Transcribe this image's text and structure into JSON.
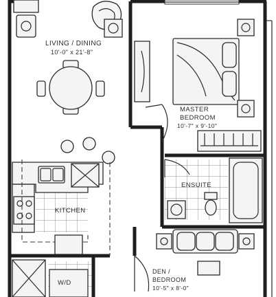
{
  "rooms": {
    "living": {
      "name": "LIVING / DINING",
      "dims": "10'-0\" x 21'-8\""
    },
    "master": {
      "name_line1": "MASTER",
      "name_line2": "BEDROOM",
      "dims": "10'-7\" x 9'-10\""
    },
    "ensuite": {
      "name": "ENSUITE"
    },
    "kitchen": {
      "name": "KITCHEN"
    },
    "den": {
      "name_line1": "DEN /",
      "name_line2": "BEDROOM",
      "dims": "10'-5\" x 8'-0\""
    },
    "laundry": {
      "name": "W/D"
    }
  }
}
